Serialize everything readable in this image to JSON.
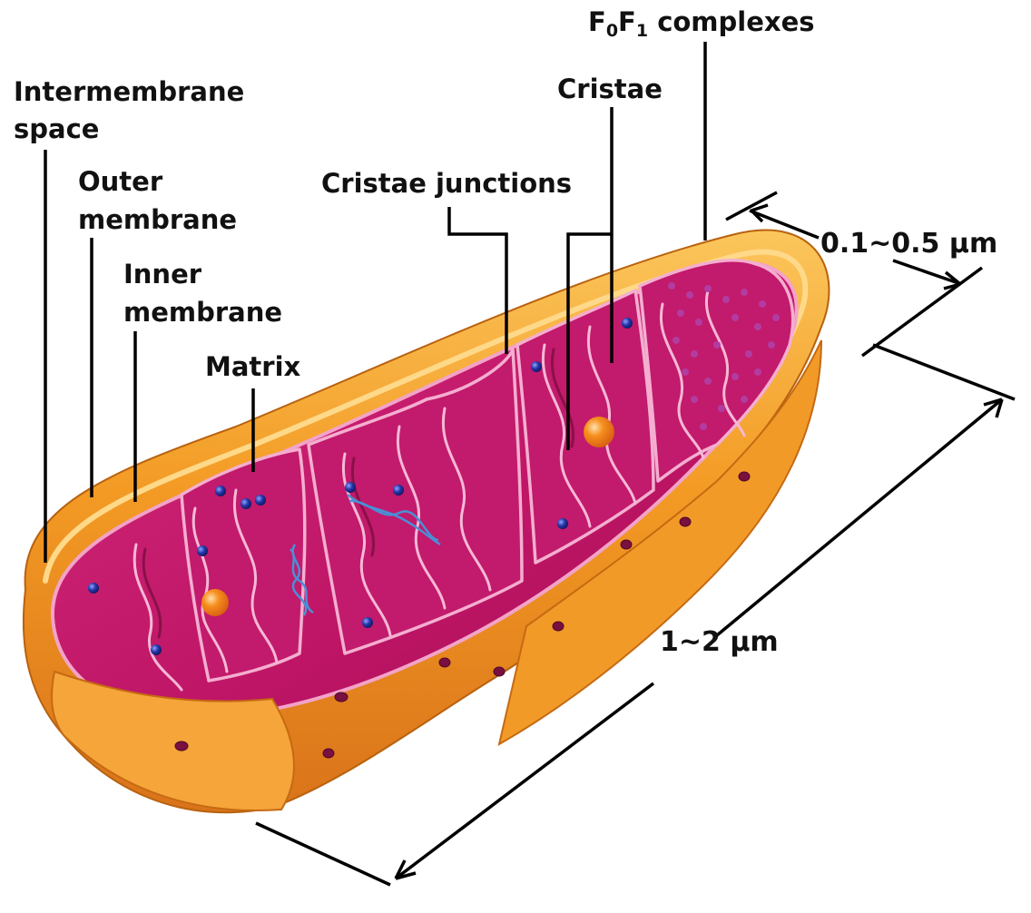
{
  "labels": {
    "intermembrane_space_1": "Intermembrane",
    "intermembrane_space_2": "space",
    "outer_membrane_1": "Outer",
    "outer_membrane_2": "membrane",
    "inner_membrane_1": "Inner",
    "inner_membrane_2": "membrane",
    "matrix": "Matrix",
    "cristae_junctions": "Cristae junctions",
    "cristae": "Cristae",
    "f0f1_F": "F",
    "f0f1_sub0": "0",
    "f0f1_F2": "F",
    "f0f1_sub1": "1",
    "f0f1_rest": " complexes"
  },
  "dimensions": {
    "width": "0.1~0.5 µm",
    "length": "1~2 µm"
  },
  "colors": {
    "outer_membrane": "#f0921e",
    "outer_membrane_light": "#f9c25a",
    "inner_membrane": "#c8196e",
    "inner_membrane_light": "#e9569a",
    "cristae_edge": "#f6b8d6",
    "granule": "#1c2a8c",
    "ribosome": "#f07a1a",
    "dna": "#4a8fd6"
  }
}
